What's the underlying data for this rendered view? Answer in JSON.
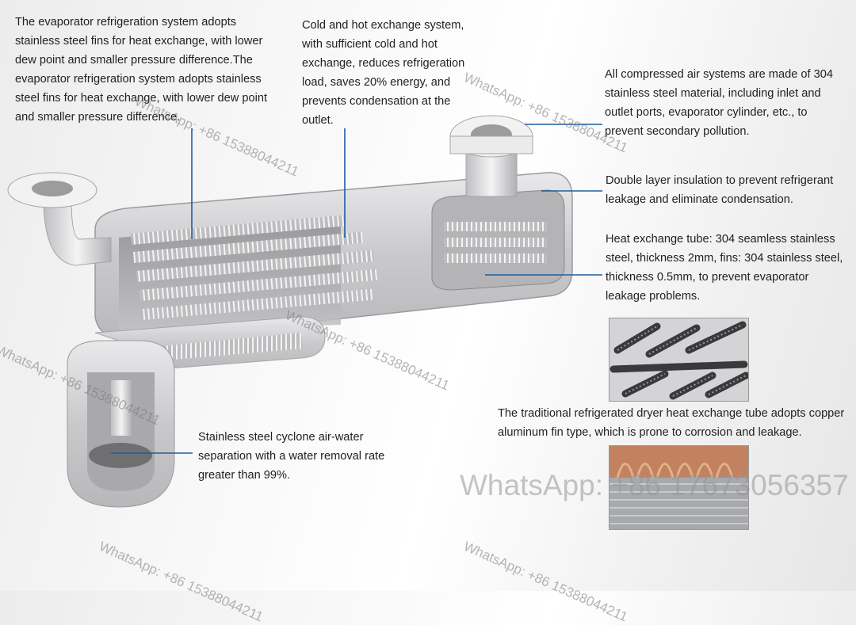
{
  "callouts": {
    "evaporator_fins": "The evaporator refrigeration system adopts stainless steel fins for heat exchange, with lower dew point and smaller pressure difference.The evaporator refrigeration system adopts stainless steel fins for heat exchange, with lower dew point and smaller pressure difference.",
    "cold_hot_exchange": "Cold and hot exchange system, with sufficient cold and hot exchange, reduces refrigeration load, saves 20% energy, and prevents condensation at the outlet.",
    "material_304": "All compressed air systems are made of 304 stainless steel material, including inlet and outlet ports, evaporator cylinder, etc., to prevent secondary pollution.",
    "insulation": "Double layer insulation to prevent refrigerant leakage and eliminate condensation.",
    "heat_exchange_tube": "Heat exchange tube: 304 seamless stainless steel, thickness 2mm, fins: 304 stainless steel, thickness 0.5mm, to prevent evaporator leakage problems.",
    "traditional_tube": "The traditional refrigerated dryer heat exchange tube adopts copper aluminum fin type, which is prone to corrosion and leakage.",
    "cyclone": "Stainless steel cyclone air-water separation with a water removal rate greater than 99%."
  },
  "watermarks": {
    "small": "WhatsApp: +86 15388044211",
    "big": "WhatsApp: +86 17673056357"
  },
  "colors": {
    "leader_line": "#1f5c9e",
    "shell": "#cfcfd1"
  }
}
